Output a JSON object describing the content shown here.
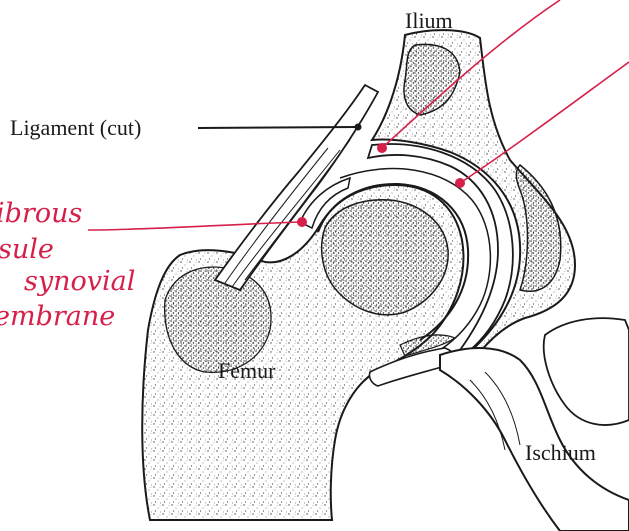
{
  "labels": {
    "ilium": "Ilium",
    "ligament": "Ligament (cut)",
    "femur": "Femur",
    "ischium": "Ischium"
  },
  "handwritten": {
    "line1": "ibrous",
    "line2": "sule",
    "line3": "synovial",
    "line4": "embrane"
  },
  "colors": {
    "ink": "#1a1a1a",
    "annotation": "#d6204a",
    "paper": "#ffffff"
  }
}
